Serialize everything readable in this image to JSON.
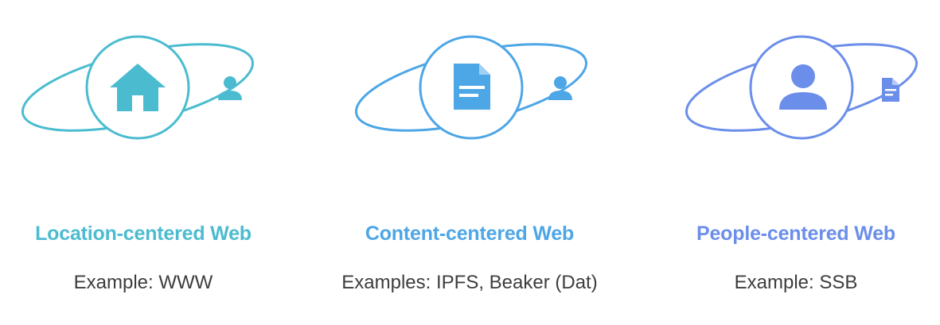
{
  "panels": [
    {
      "title": "Location-centered Web",
      "example": "Example: WWW",
      "color": "#4bbcd0",
      "center_icon": "house-icon",
      "orbit_icon": "person-icon"
    },
    {
      "title": "Content-centered Web",
      "example": "Examples: IPFS, Beaker (Dat)",
      "color": "#4da6e6",
      "center_icon": "document-icon",
      "orbit_icon": "person-icon"
    },
    {
      "title": "People-centered Web",
      "example": "Example: SSB",
      "color": "#6b8eea",
      "center_icon": "person-icon",
      "orbit_icon": "document-icon"
    }
  ]
}
